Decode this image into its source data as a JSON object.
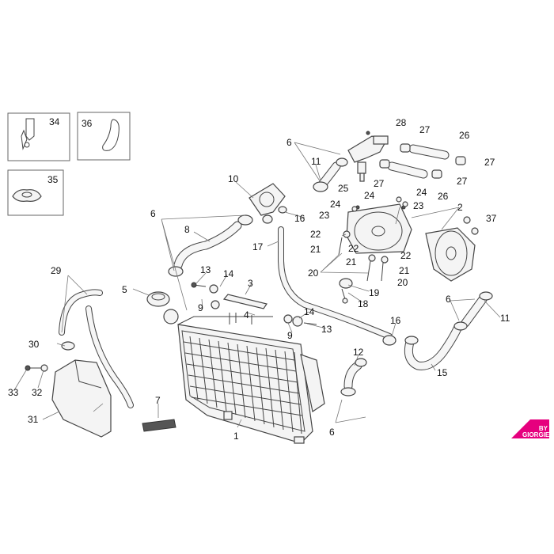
{
  "part_labels": {
    "p1": "1",
    "p2": "2",
    "p3": "3",
    "p4": "4",
    "p5": "5",
    "p6a": "6",
    "p6b": "6",
    "p6c": "6",
    "p6d": "6",
    "p7": "7",
    "p8": "8",
    "p9a": "9",
    "p9b": "9",
    "p10": "10",
    "p11a": "11",
    "p11b": "11",
    "p12": "12",
    "p13a": "13",
    "p13b": "13",
    "p14a": "14",
    "p14b": "14",
    "p15": "15",
    "p16a": "16",
    "p16b": "16",
    "p17": "17",
    "p18": "18",
    "p19": "19",
    "p20a": "20",
    "p20b": "20",
    "p21a": "21",
    "p21b": "21",
    "p21c": "21",
    "p22a": "22",
    "p22b": "22",
    "p22c": "22",
    "p23a": "23",
    "p23b": "23",
    "p24a": "24",
    "p24b": "24",
    "p25": "25",
    "p26a": "26",
    "p26b": "26",
    "p27a": "27",
    "p27b": "27",
    "p27c": "27",
    "p27d": "27",
    "p28": "28",
    "p29": "29",
    "p30": "30",
    "p31": "31",
    "p32": "32",
    "p33": "33",
    "p34": "34",
    "p35": "35",
    "p36": "36",
    "p37": "37"
  },
  "logo": {
    "line1": "BY",
    "line2": "GIORGIE",
    "color": "#e6007e"
  },
  "colors": {
    "line": "#444444",
    "fill": "#f4f4f4",
    "leader": "#777777"
  }
}
